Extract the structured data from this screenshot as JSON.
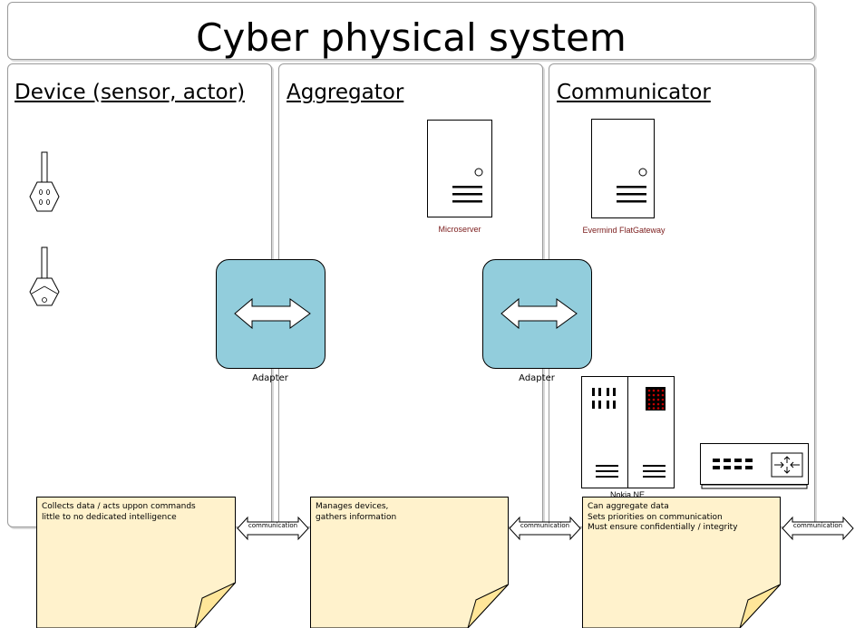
{
  "title": "Cyber physical system",
  "columns": [
    {
      "title": "Device (sensor, actor)"
    },
    {
      "title": "Aggregator"
    },
    {
      "title": "Communicator"
    }
  ],
  "labels": {
    "microserver": "Microserver",
    "flatgateway": "Evermind FlatGateway",
    "nokia": "Nokia NE",
    "adapter_1": "Adapter",
    "adapter_2": "Adapter"
  },
  "notes": [
    {
      "lines": [
        "Collects data / acts uppon commands",
        "little to no dedicated intelligence"
      ]
    },
    {
      "lines": [
        "Manages devices,",
        "gathers information"
      ]
    },
    {
      "lines": [
        "Can aggregate data",
        "Sets priorities on communication",
        "Must ensure confidentially / integrity"
      ]
    }
  ],
  "connectors": [
    "communication",
    "communication",
    "communication"
  ],
  "colors": {
    "adapter_fill": "#92cddc",
    "note_fill": "#fff2cc",
    "note_fold": "#ffe699",
    "server_red": "#c00000",
    "label_red": "#7b1c1c"
  },
  "icons": {
    "sensor_1": "sensor-icon",
    "sensor_2": "actor-icon",
    "adapter": "bidirectional-arrow-icon",
    "switch": "network-switch-icon"
  }
}
